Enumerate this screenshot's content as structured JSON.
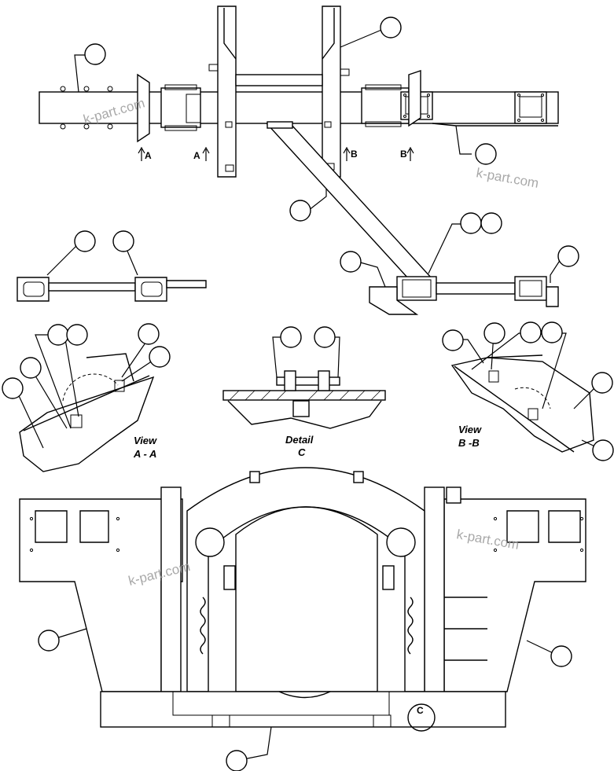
{
  "watermark": {
    "text": "k-part.com"
  },
  "section_markers": {
    "a_left": "A",
    "a_right": "A",
    "b_left": "B",
    "b_right": "B"
  },
  "views": {
    "view_aa_line1": "View",
    "view_aa_line2": "A - A",
    "detail_c_line1": "Detail",
    "detail_c_line2": "C",
    "view_bb_line1": "View",
    "view_bb_line2": "B -B"
  },
  "detail_marker": {
    "label": "C"
  },
  "callouts": [
    {
      "id": "c1"
    },
    {
      "id": "c2"
    },
    {
      "id": "c3"
    },
    {
      "id": "c4"
    },
    {
      "id": "c5"
    },
    {
      "id": "c6"
    },
    {
      "id": "c7"
    },
    {
      "id": "c8"
    },
    {
      "id": "c9"
    },
    {
      "id": "c10"
    },
    {
      "id": "c11"
    },
    {
      "id": "c12"
    },
    {
      "id": "c13"
    },
    {
      "id": "c14"
    },
    {
      "id": "c15"
    },
    {
      "id": "c16"
    },
    {
      "id": "c17"
    },
    {
      "id": "c18"
    },
    {
      "id": "c19"
    },
    {
      "id": "c20"
    },
    {
      "id": "c21"
    },
    {
      "id": "c22"
    },
    {
      "id": "c23"
    },
    {
      "id": "c24"
    },
    {
      "id": "c25"
    },
    {
      "id": "c26"
    },
    {
      "id": "c27"
    },
    {
      "id": "c28"
    },
    {
      "id": "c29"
    }
  ]
}
